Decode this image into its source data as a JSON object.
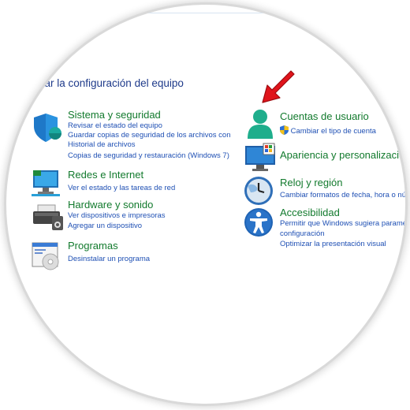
{
  "heading": "star la configuración del equipo",
  "left": {
    "system": {
      "title": "Sistema y seguridad",
      "links": [
        "Revisar el estado del equipo",
        "Guardar copias de seguridad de los archivos con",
        "Historial de archivos",
        "Copias de seguridad y restauración (Windows 7)"
      ],
      "icon": "shield-icon"
    },
    "network": {
      "title": "Redes e Internet",
      "links": [
        "Ver el estado y las tareas de red"
      ],
      "icon": "network-icon"
    },
    "hardware": {
      "title": "Hardware y sonido",
      "links": [
        "Ver dispositivos e impresoras",
        "Agregar un dispositivo"
      ],
      "icon": "printer-icon"
    },
    "programs": {
      "title": "Programas",
      "links": [
        "Desinstalar un programa"
      ],
      "icon": "programs-icon"
    }
  },
  "right": {
    "accounts": {
      "title": "Cuentas de usuario",
      "links": [
        "Cambiar el tipo de cuenta"
      ],
      "icon": "user-icon"
    },
    "appearance": {
      "title": "Apariencia y personalizació",
      "links": [],
      "icon": "monitor-icon"
    },
    "clock": {
      "title": "Reloj y región",
      "links": [
        "Cambiar formatos de fecha, hora o nú"
      ],
      "icon": "clock-icon"
    },
    "access": {
      "title": "Accesibilidad",
      "links": [
        "Permitir que Windows sugiera paramet",
        "configuración",
        "Optimizar la presentación visual"
      ],
      "icon": "accessibility-icon"
    }
  },
  "colors": {
    "title": "#127a2d",
    "link": "#1f50b4",
    "heading": "#1e3a8a",
    "arrow": "#e0141b"
  }
}
